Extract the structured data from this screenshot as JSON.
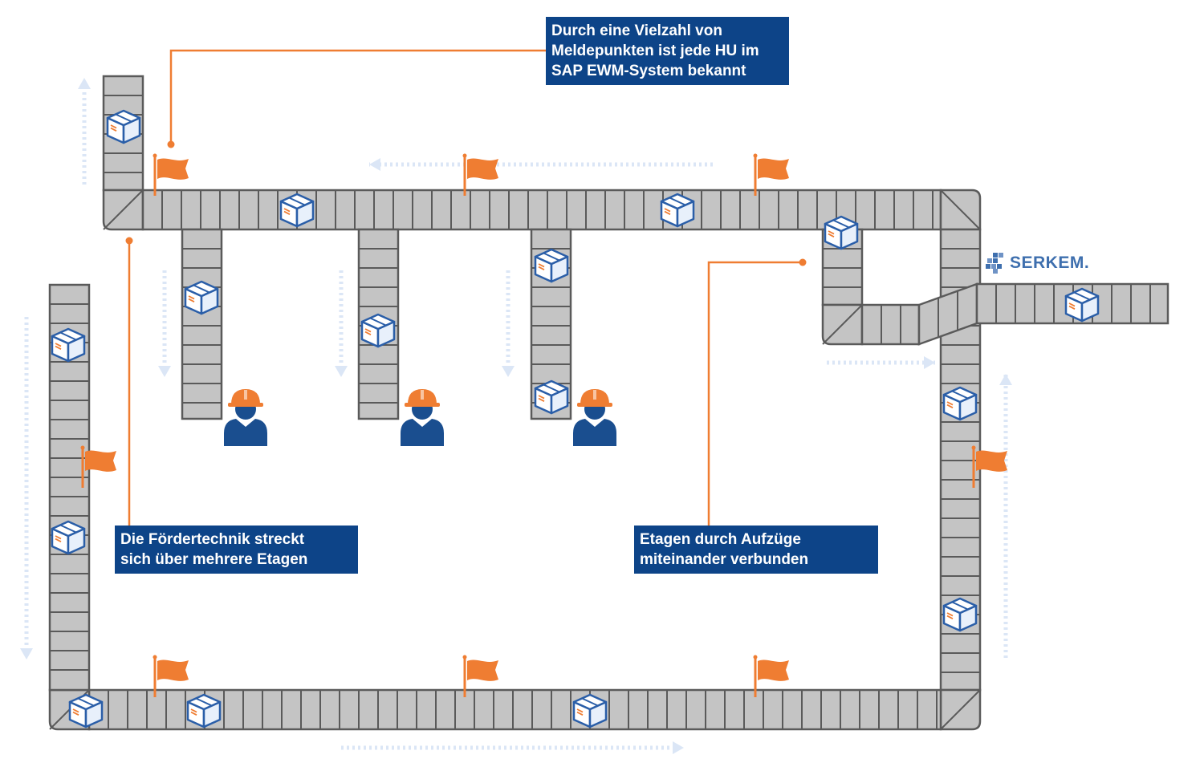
{
  "callouts": {
    "top": {
      "lines": [
        "Durch eine Vielzahl von",
        "Meldepunkten ist jede HU im",
        "SAP EWM-System bekannt"
      ]
    },
    "left": {
      "lines": [
        "Die Fördertechnik streckt",
        "sich über mehrere Etagen"
      ]
    },
    "right": {
      "lines": [
        "Etagen durch Aufzüge",
        "miteinander verbunden"
      ]
    }
  },
  "logo": {
    "text": "SERKEM."
  },
  "icons": {
    "box": "package-box-icon",
    "flag": "checkpoint-flag-icon",
    "worker": "worker-hardhat-icon",
    "arrow": "flow-direction-arrow"
  },
  "colors": {
    "callout_bg": "#0d4488",
    "accent_orange": "#ef7d32",
    "conveyor_fill": "#c4c4c4",
    "conveyor_stroke": "#5a5a5a",
    "worker_blue": "#1a4e8f",
    "box_fill": "#e8f0fb",
    "box_stroke": "#2a5ea8",
    "arrow_color": "#dbe6f6",
    "logo_color": "#3e6fae"
  }
}
